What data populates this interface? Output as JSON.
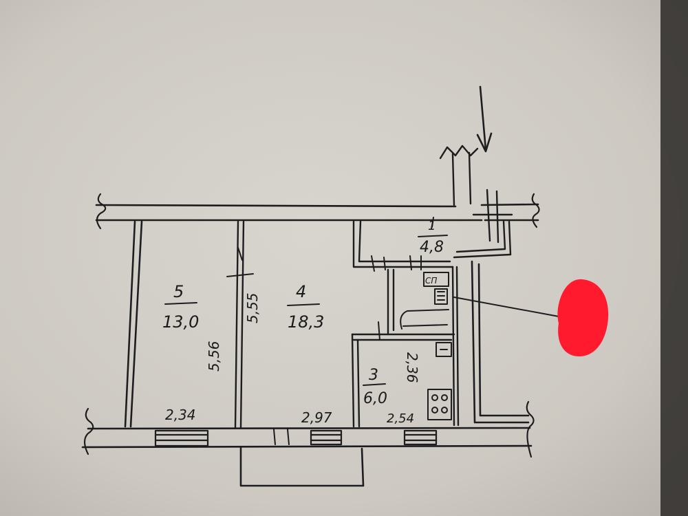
{
  "rooms": {
    "r5": {
      "number": "5",
      "area": "13,0",
      "width": "2,34",
      "length": "5,56"
    },
    "r4": {
      "number": "4",
      "area": "18,3",
      "width": "2,97",
      "length": "5,55"
    },
    "r3": {
      "number": "3",
      "area": "6,0",
      "width": "2,54",
      "length": "2,36"
    },
    "r1": {
      "number": "1",
      "area": "4,8"
    }
  },
  "fixtures": {
    "wc_label": "СП",
    "redaction_color": "#ff1a2e",
    "ink_color": "#1d1d1f",
    "paper_color": "#cfcbc4"
  }
}
